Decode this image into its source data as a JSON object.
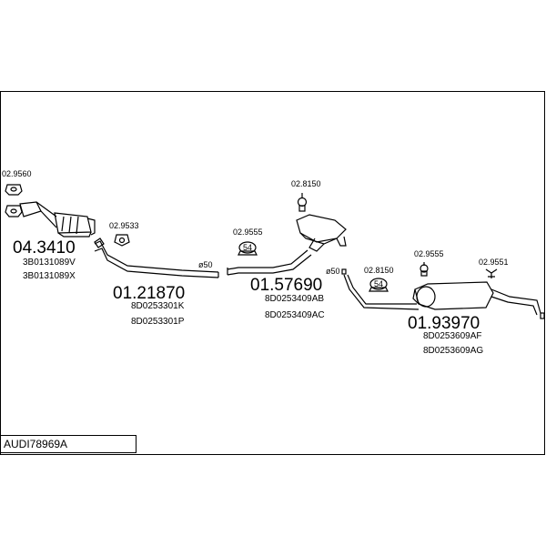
{
  "diagram_code": "AUDI78969A",
  "groups": [
    {
      "part": "04.3410",
      "refs": [
        "3B0131089V",
        "3B0131089X"
      ]
    },
    {
      "part": "01.21870",
      "refs": [
        "8D0253301K",
        "8D0253301P"
      ]
    },
    {
      "part": "01.57690",
      "refs": [
        "8D0253409AB",
        "8D0253409AC"
      ]
    },
    {
      "part": "01.93970",
      "refs": [
        "8D0253609AF",
        "8D0253609AG"
      ]
    }
  ],
  "fittings": [
    "02.9560",
    "02.9533",
    "02.9555",
    "02.8150",
    "02.8150",
    "02.9555",
    "02.9551"
  ],
  "diameters": [
    "ø50",
    "ø50"
  ],
  "clamp_label": "54"
}
